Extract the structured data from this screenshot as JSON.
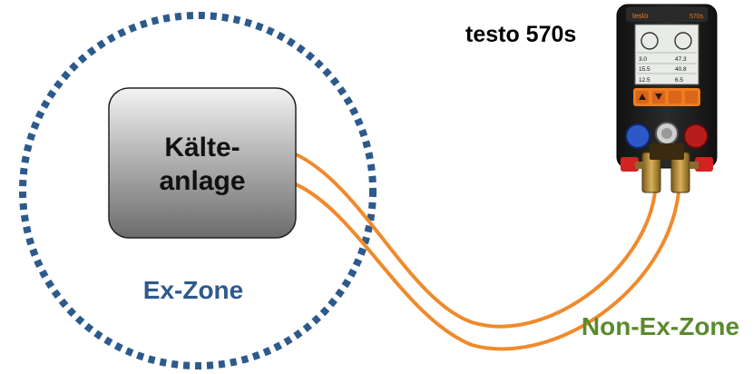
{
  "plant": {
    "line1": "Kälte-",
    "line2": "anlage"
  },
  "zones": {
    "ex": "Ex-Zone",
    "non_ex": "Non-Ex-Zone"
  },
  "device": {
    "name": "testo 570s",
    "brand": "testo",
    "model": "570s",
    "screen": {
      "readings": [
        "3.0",
        "47.3",
        "15.5",
        "40.8",
        "12.5",
        "6.5"
      ]
    }
  },
  "colors": {
    "zone_ring": "#2d5a8c",
    "hose": "#f08a2c",
    "ex_label": "#2d5a8c",
    "non_ex_label": "#5b8a2e",
    "device_body": "#1c1c1c",
    "device_accent": "#f07c1e"
  }
}
